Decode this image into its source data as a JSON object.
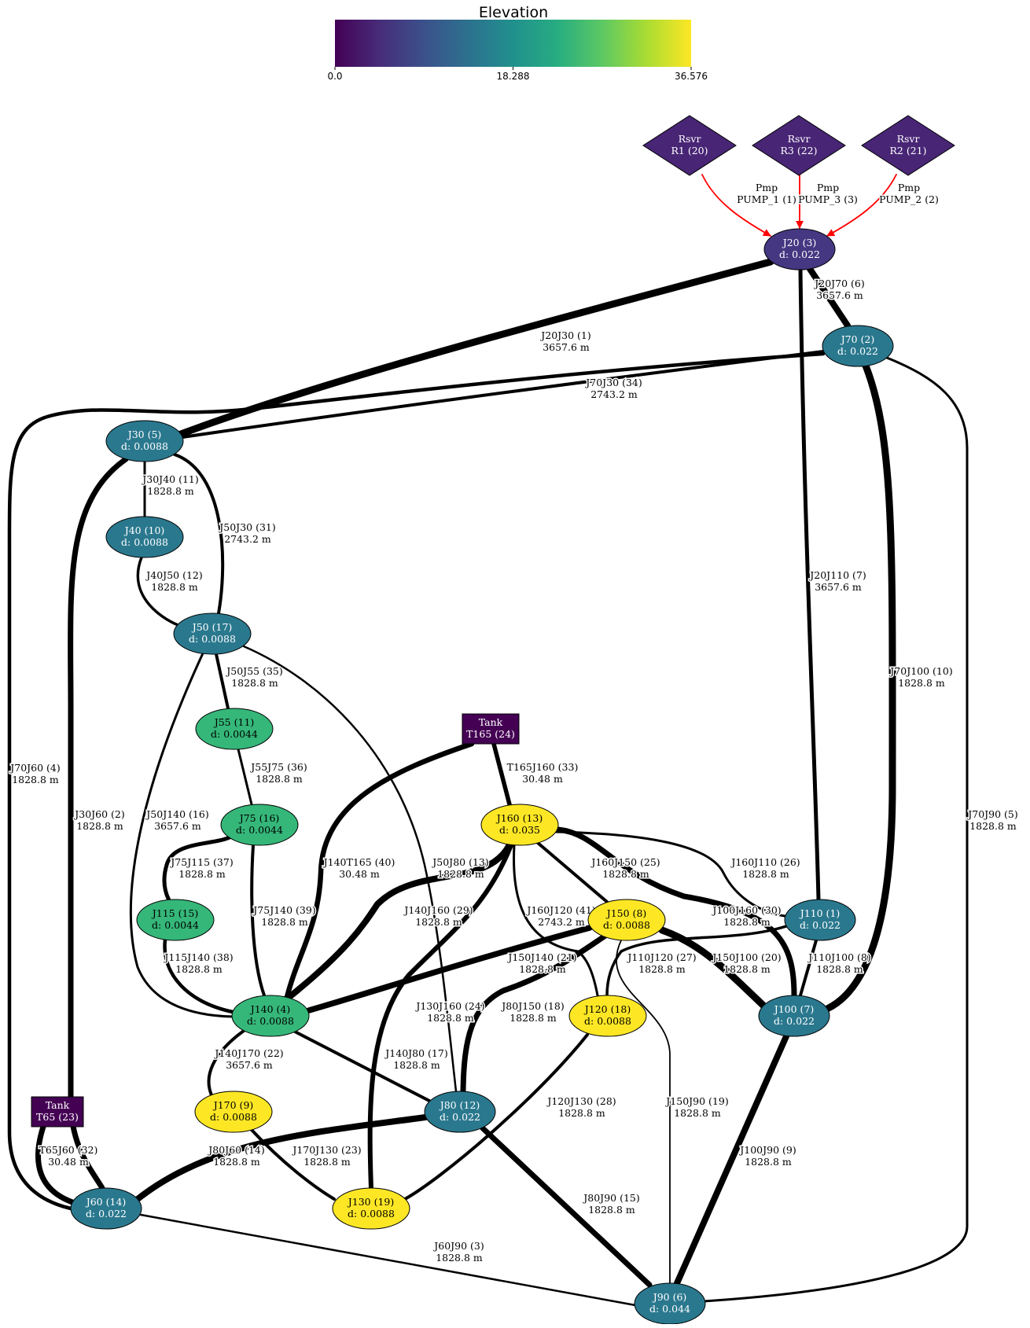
{
  "colorbar": {
    "title": "Elevation",
    "ticks": [
      "0.0",
      "18.288",
      "36.576"
    ],
    "colors": [
      "#440154",
      "#472c7a",
      "#3b518b",
      "#2c718e",
      "#21908d",
      "#27ad81",
      "#5cc863",
      "#aadc32",
      "#fde725"
    ]
  },
  "nodes": [
    {
      "id": "R1",
      "shape": "diamond",
      "lines": [
        "Rsvr",
        "R1 (20)"
      ],
      "fill": "#482575",
      "text_color": "#ffffff"
    },
    {
      "id": "R3",
      "shape": "diamond",
      "lines": [
        "Rsvr",
        "R3 (22)"
      ],
      "fill": "#482575",
      "text_color": "#ffffff"
    },
    {
      "id": "R2",
      "shape": "diamond",
      "lines": [
        "Rsvr",
        "R2 (21)"
      ],
      "fill": "#482575",
      "text_color": "#ffffff"
    },
    {
      "id": "J20",
      "shape": "ellipse",
      "lines": [
        "J20 (3)",
        "d: 0.022"
      ],
      "fill": "#453781",
      "text_color": "#ffffff"
    },
    {
      "id": "J70",
      "shape": "ellipse",
      "lines": [
        "J70 (2)",
        "d: 0.022"
      ],
      "fill": "#2a788e",
      "text_color": "#ffffff"
    },
    {
      "id": "J30",
      "shape": "ellipse",
      "lines": [
        "J30 (5)",
        "d: 0.0088"
      ],
      "fill": "#2a788e",
      "text_color": "#ffffff"
    },
    {
      "id": "J40",
      "shape": "ellipse",
      "lines": [
        "J40 (10)",
        "d: 0.0088"
      ],
      "fill": "#2a788e",
      "text_color": "#ffffff"
    },
    {
      "id": "J50",
      "shape": "ellipse",
      "lines": [
        "J50 (17)",
        "d: 0.0088"
      ],
      "fill": "#2a788e",
      "text_color": "#ffffff"
    },
    {
      "id": "J55",
      "shape": "ellipse",
      "lines": [
        "J55 (11)",
        "d: 0.0044"
      ],
      "fill": "#35b779",
      "text_color": "#000000"
    },
    {
      "id": "J75",
      "shape": "ellipse",
      "lines": [
        "J75 (16)",
        "d: 0.0044"
      ],
      "fill": "#35b779",
      "text_color": "#000000"
    },
    {
      "id": "J115",
      "shape": "ellipse",
      "lines": [
        "J115 (15)",
        "d: 0.0044"
      ],
      "fill": "#35b779",
      "text_color": "#000000"
    },
    {
      "id": "J140",
      "shape": "ellipse",
      "lines": [
        "J140 (4)",
        "d: 0.0088"
      ],
      "fill": "#35b779",
      "text_color": "#000000"
    },
    {
      "id": "T165",
      "shape": "box",
      "lines": [
        "Tank",
        "T165 (24)"
      ],
      "fill": "#440154",
      "text_color": "#ffffff"
    },
    {
      "id": "T65",
      "shape": "box",
      "lines": [
        "Tank",
        "T65 (23)"
      ],
      "fill": "#440154",
      "text_color": "#ffffff"
    },
    {
      "id": "J160",
      "shape": "ellipse",
      "lines": [
        "J160 (13)",
        "d: 0.035"
      ],
      "fill": "#fde725",
      "text_color": "#000000"
    },
    {
      "id": "J150",
      "shape": "ellipse",
      "lines": [
        "J150 (8)",
        "d: 0.0088"
      ],
      "fill": "#fde725",
      "text_color": "#000000"
    },
    {
      "id": "J110",
      "shape": "ellipse",
      "lines": [
        "J110 (1)",
        "d: 0.022"
      ],
      "fill": "#2a788e",
      "text_color": "#ffffff"
    },
    {
      "id": "J120",
      "shape": "ellipse",
      "lines": [
        "J120 (18)",
        "d: 0.0088"
      ],
      "fill": "#fde725",
      "text_color": "#000000"
    },
    {
      "id": "J100",
      "shape": "ellipse",
      "lines": [
        "J100 (7)",
        "d: 0.022"
      ],
      "fill": "#2a788e",
      "text_color": "#ffffff"
    },
    {
      "id": "J170",
      "shape": "ellipse",
      "lines": [
        "J170 (9)",
        "d: 0.0088"
      ],
      "fill": "#fde725",
      "text_color": "#000000"
    },
    {
      "id": "J80",
      "shape": "ellipse",
      "lines": [
        "J80 (12)",
        "d: 0.022"
      ],
      "fill": "#2a788e",
      "text_color": "#ffffff"
    },
    {
      "id": "J60",
      "shape": "ellipse",
      "lines": [
        "J60 (14)",
        "d: 0.022"
      ],
      "fill": "#2a788e",
      "text_color": "#ffffff"
    },
    {
      "id": "J130",
      "shape": "ellipse",
      "lines": [
        "J130 (19)",
        "d: 0.0088"
      ],
      "fill": "#fde725",
      "text_color": "#000000"
    },
    {
      "id": "J90",
      "shape": "ellipse",
      "lines": [
        "J90 (6)",
        "d: 0.044"
      ],
      "fill": "#2a788e",
      "text_color": "#ffffff"
    }
  ],
  "edges": [
    {
      "id": "PUMP_1",
      "from": "R1",
      "to": "J20",
      "kind": "pump",
      "color": "#ff0000",
      "lines": [
        "Pmp",
        "PUMP_1 (1)"
      ]
    },
    {
      "id": "PUMP_3",
      "from": "R3",
      "to": "J20",
      "kind": "pump",
      "color": "#ff0000",
      "lines": [
        "Pmp",
        "PUMP_3 (3)"
      ]
    },
    {
      "id": "PUMP_2",
      "from": "R2",
      "to": "J20",
      "kind": "pump",
      "color": "#ff0000",
      "lines": [
        "Pmp",
        "PUMP_2 (2)"
      ]
    },
    {
      "id": "J20J30",
      "from": "J20",
      "to": "J30",
      "kind": "pipe",
      "lines": [
        "J20J30 (1)",
        "3657.6 m"
      ]
    },
    {
      "id": "J20J70",
      "from": "J20",
      "to": "J70",
      "kind": "pipe",
      "lines": [
        "J20J70 (6)",
        "3657.6 m"
      ]
    },
    {
      "id": "J20J110",
      "from": "J20",
      "to": "J110",
      "kind": "pipe",
      "lines": [
        "J20J110 (7)",
        "3657.6 m"
      ]
    },
    {
      "id": "J70J30",
      "from": "J70",
      "to": "J30",
      "kind": "pipe",
      "lines": [
        "J70J30 (34)",
        "2743.2 m"
      ]
    },
    {
      "id": "J70J60",
      "from": "J70",
      "to": "J60",
      "kind": "pipe",
      "lines": [
        "J70J60 (4)",
        "1828.8 m"
      ]
    },
    {
      "id": "J70J100",
      "from": "J70",
      "to": "J100",
      "kind": "pipe",
      "lines": [
        "J70J100 (10)",
        "1828.8 m"
      ]
    },
    {
      "id": "J70J90",
      "from": "J70",
      "to": "J90",
      "kind": "pipe",
      "lines": [
        "J70J90 (5)",
        "1828.8 m"
      ]
    },
    {
      "id": "J30J40",
      "from": "J30",
      "to": "J40",
      "kind": "pipe",
      "lines": [
        "J30J40 (11)",
        "1828.8 m"
      ]
    },
    {
      "id": "J50J30",
      "from": "J50",
      "to": "J30",
      "kind": "pipe",
      "lines": [
        "J50J30 (31)",
        "2743.2 m"
      ]
    },
    {
      "id": "J30J60",
      "from": "J30",
      "to": "J60",
      "kind": "pipe",
      "lines": [
        "J30J60 (2)",
        "1828.8 m"
      ]
    },
    {
      "id": "J40J50",
      "from": "J40",
      "to": "J50",
      "kind": "pipe",
      "lines": [
        "J40J50 (12)",
        "1828.8 m"
      ]
    },
    {
      "id": "J50J55",
      "from": "J50",
      "to": "J55",
      "kind": "pipe",
      "lines": [
        "J50J55 (35)",
        "1828.8 m"
      ]
    },
    {
      "id": "J50J140",
      "from": "J50",
      "to": "J140",
      "kind": "pipe",
      "lines": [
        "J50J140 (16)",
        "3657.6 m"
      ]
    },
    {
      "id": "J50J80",
      "from": "J50",
      "to": "J80",
      "kind": "pipe",
      "lines": [
        "J50J80 (13)",
        "1828.8 m"
      ]
    },
    {
      "id": "J55J75",
      "from": "J55",
      "to": "J75",
      "kind": "pipe",
      "lines": [
        "J55J75 (36)",
        "1828.8 m"
      ]
    },
    {
      "id": "J75J115",
      "from": "J75",
      "to": "J115",
      "kind": "pipe",
      "lines": [
        "J75J115 (37)",
        "1828.8 m"
      ]
    },
    {
      "id": "J75J140",
      "from": "J75",
      "to": "J140",
      "kind": "pipe",
      "lines": [
        "J75J140 (39)",
        "1828.8 m"
      ]
    },
    {
      "id": "J115J140",
      "from": "J115",
      "to": "J140",
      "kind": "pipe",
      "lines": [
        "J115J140 (38)",
        "1828.8 m"
      ]
    },
    {
      "id": "J140T165",
      "from": "J140",
      "to": "T165",
      "kind": "pipe",
      "lines": [
        "J140T165 (40)",
        "30.48 m"
      ]
    },
    {
      "id": "T165J160",
      "from": "T165",
      "to": "J160",
      "kind": "pipe",
      "lines": [
        "T165J160 (33)",
        "30.48 m"
      ]
    },
    {
      "id": "J140J160",
      "from": "J140",
      "to": "J160",
      "kind": "pipe",
      "lines": [
        "J140J160 (29)",
        "1828.8 m"
      ]
    },
    {
      "id": "J160J150",
      "from": "J160",
      "to": "J150",
      "kind": "pipe",
      "lines": [
        "J160J150 (25)",
        "1828.8 m"
      ]
    },
    {
      "id": "J160J110",
      "from": "J160",
      "to": "J110",
      "kind": "pipe",
      "lines": [
        "J160J110 (26)",
        "1828.8 m"
      ]
    },
    {
      "id": "J160J120",
      "from": "J160",
      "to": "J120",
      "kind": "pipe",
      "lines": [
        "J160J120 (41)",
        "2743.2 m"
      ]
    },
    {
      "id": "J100J160",
      "from": "J100",
      "to": "J160",
      "kind": "pipe",
      "lines": [
        "J100J160 (30)",
        "1828.8 m"
      ]
    },
    {
      "id": "J130J160",
      "from": "J130",
      "to": "J160",
      "kind": "pipe",
      "lines": [
        "J130J160 (24)",
        "1828.8 m"
      ]
    },
    {
      "id": "J150J140",
      "from": "J150",
      "to": "J140",
      "kind": "pipe",
      "lines": [
        "J150J140 (21)",
        "1828.8 m"
      ]
    },
    {
      "id": "J110J120",
      "from": "J110",
      "to": "J120",
      "kind": "pipe",
      "lines": [
        "J110J120 (27)",
        "1828.8 m"
      ]
    },
    {
      "id": "J150J100",
      "from": "J150",
      "to": "J100",
      "kind": "pipe",
      "lines": [
        "J150J100 (20)",
        "1828.8 m"
      ]
    },
    {
      "id": "J110J100",
      "from": "J110",
      "to": "J100",
      "kind": "pipe",
      "lines": [
        "J110J100 (8)",
        "1828.8 m"
      ]
    },
    {
      "id": "J80J150",
      "from": "J80",
      "to": "J150",
      "kind": "pipe",
      "lines": [
        "J80J150 (18)",
        "1828.8 m"
      ]
    },
    {
      "id": "J150J90",
      "from": "J150",
      "to": "J90",
      "kind": "pipe",
      "lines": [
        "J150J90 (19)",
        "1828.8 m"
      ]
    },
    {
      "id": "J140J170",
      "from": "J140",
      "to": "J170",
      "kind": "pipe",
      "lines": [
        "J140J170 (22)",
        "3657.6 m"
      ]
    },
    {
      "id": "J140J80",
      "from": "J140",
      "to": "J80",
      "kind": "pipe",
      "lines": [
        "J140J80 (17)",
        "1828.8 m"
      ]
    },
    {
      "id": "J120J130",
      "from": "J120",
      "to": "J130",
      "kind": "pipe",
      "lines": [
        "J120J130 (28)",
        "1828.8 m"
      ]
    },
    {
      "id": "J100J90",
      "from": "J100",
      "to": "J90",
      "kind": "pipe",
      "lines": [
        "J100J90 (9)",
        "1828.8 m"
      ]
    },
    {
      "id": "J170J130",
      "from": "J170",
      "to": "J130",
      "kind": "pipe",
      "lines": [
        "J170J130 (23)",
        "1828.8 m"
      ]
    },
    {
      "id": "J80J60",
      "from": "J80",
      "to": "J60",
      "kind": "pipe",
      "lines": [
        "J80J60 (14)",
        "1828.8 m"
      ]
    },
    {
      "id": "J80J90",
      "from": "J80",
      "to": "J90",
      "kind": "pipe",
      "lines": [
        "J80J90 (15)",
        "1828.8 m"
      ]
    },
    {
      "id": "T65J60",
      "from": "T65",
      "to": "J60",
      "kind": "pipe",
      "lines": [
        "T65J60 (32)",
        "30.48 m"
      ]
    },
    {
      "id": "J60J90",
      "from": "J60",
      "to": "J90",
      "kind": "pipe",
      "lines": [
        "J60J90 (3)",
        "1828.8 m"
      ]
    }
  ]
}
